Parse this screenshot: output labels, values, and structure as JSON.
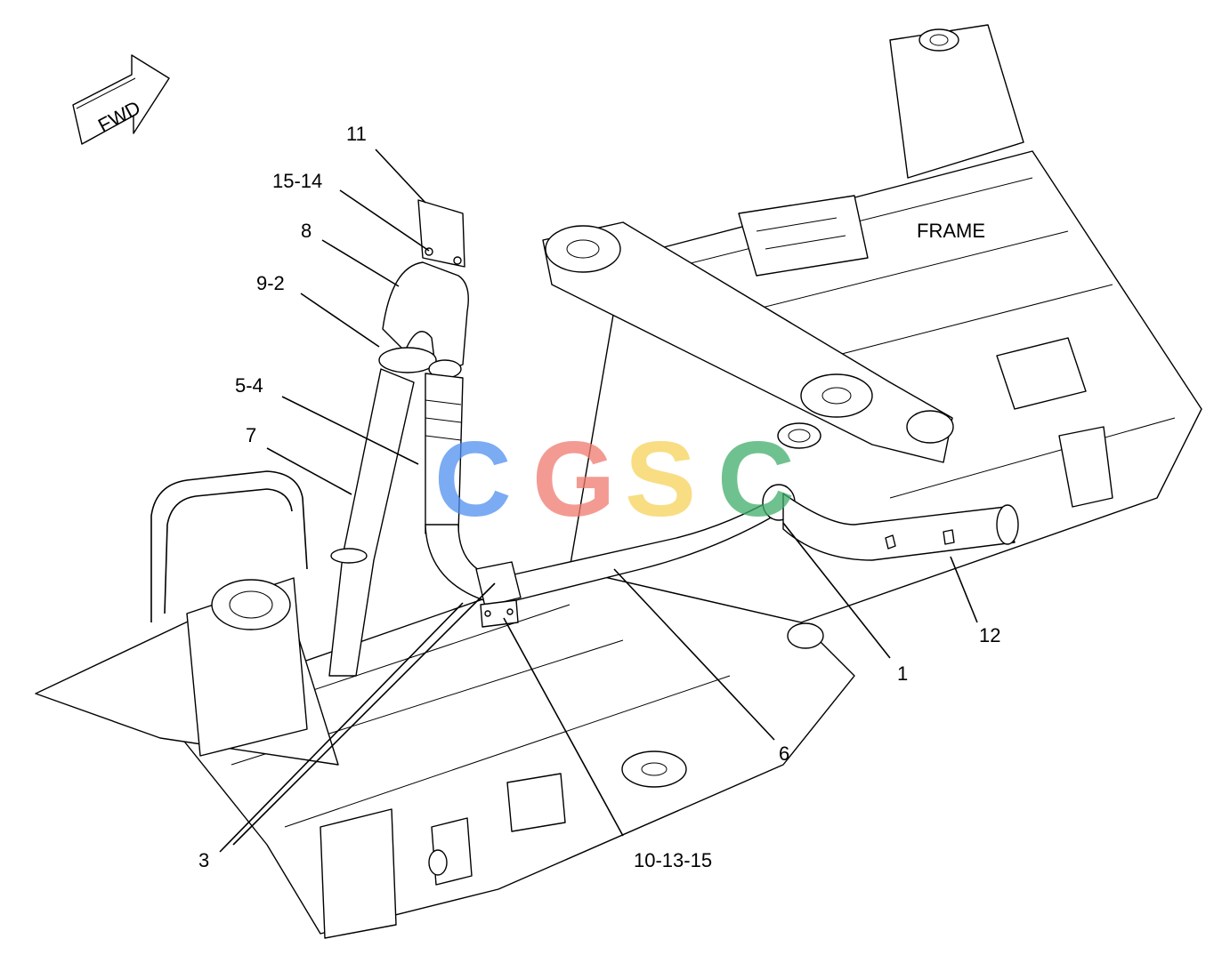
{
  "diagram": {
    "fwd_label": "FWD",
    "frame_label": "FRAME",
    "callouts": [
      "11",
      "15-14",
      "8",
      "9-2",
      "5-4",
      "7",
      "3",
      "10-13-15",
      "6",
      "1",
      "12"
    ],
    "watermark": {
      "letters": [
        "C",
        "G",
        "S",
        "C"
      ],
      "colors": [
        "#4f8ff0",
        "#f07a6e",
        "#f6d25a",
        "#3fae6a"
      ]
    }
  }
}
